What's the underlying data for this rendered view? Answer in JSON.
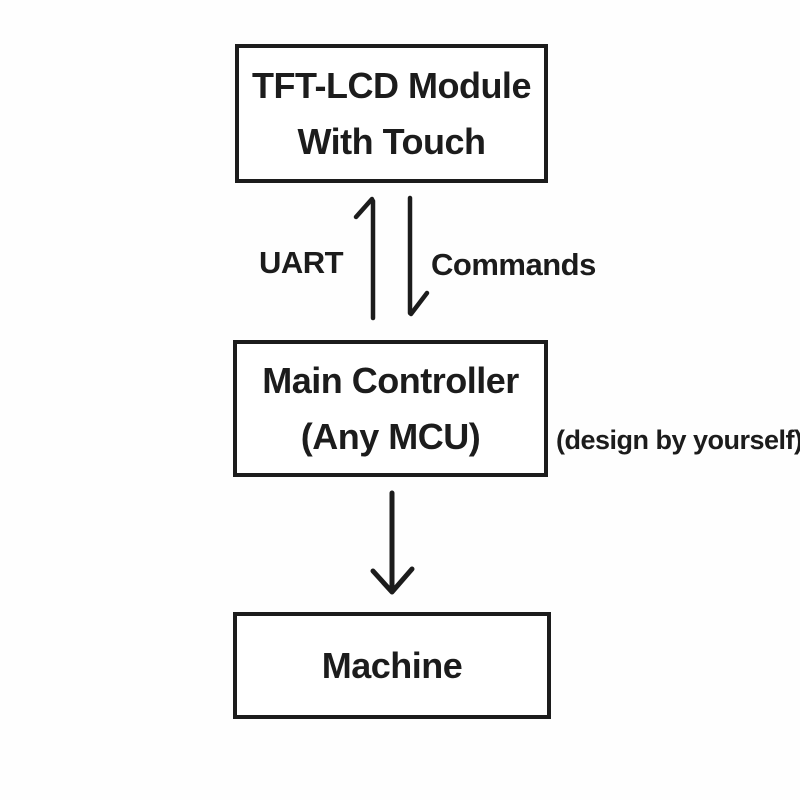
{
  "colors": {
    "ink": "#1c1c1c",
    "background": "#fefefe"
  },
  "diagram": {
    "nodes": {
      "tft": {
        "line1": "TFT-LCD Module",
        "line2": "With Touch"
      },
      "mcu": {
        "line1": "Main Controller",
        "line2": "(Any MCU)"
      },
      "machine": {
        "line1": "Machine"
      }
    },
    "edge_labels": {
      "uart": "UART",
      "commands": "Commands"
    },
    "annotations": {
      "design_note": "(design by yourself)"
    },
    "arrows": [
      {
        "name": "uart-up-arrow",
        "from": "mcu",
        "to": "tft",
        "direction": "up",
        "head": "half-barb-left"
      },
      {
        "name": "commands-down-arrow",
        "from": "tft",
        "to": "mcu",
        "direction": "down",
        "head": "half-barb-right"
      },
      {
        "name": "mcu-to-machine-arrow",
        "from": "mcu",
        "to": "machine",
        "direction": "down",
        "head": "v-head"
      }
    ]
  }
}
